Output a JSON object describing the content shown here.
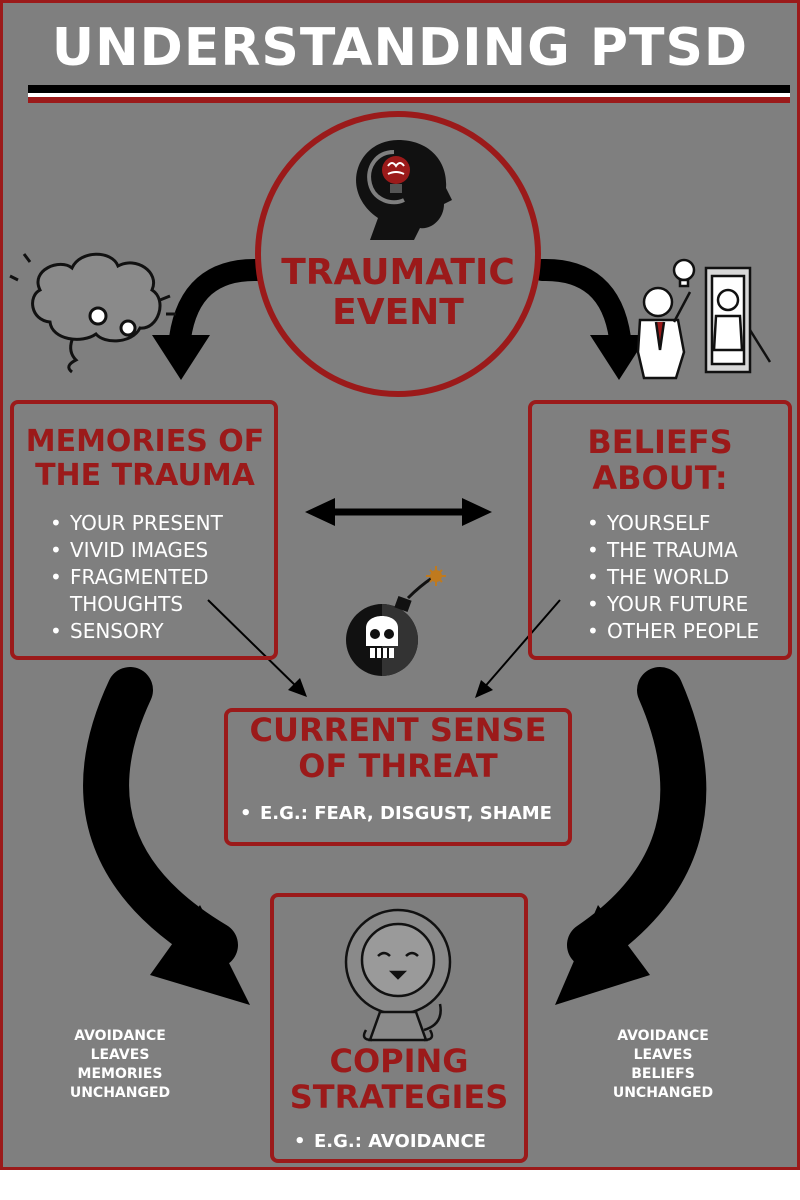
{
  "title": "UNDERSTANDING PTSD",
  "center": {
    "heading": [
      "TRAUMATIC",
      "EVENT"
    ]
  },
  "memories": {
    "heading": [
      "MEMORIES OF",
      "THE TRAUMA"
    ],
    "items": [
      "YOUR PRESENT",
      "VIVID IMAGES",
      "FRAGMENTED",
      "THOUGHTS",
      "SENSORY"
    ]
  },
  "beliefs": {
    "heading": [
      "BELIEFS",
      "ABOUT:"
    ],
    "items": [
      "YOURSELF",
      "THE TRAUMA",
      "THE WORLD",
      "YOUR FUTURE",
      "OTHER PEOPLE"
    ]
  },
  "threat": {
    "heading": [
      "CURRENT SENSE",
      "OF THREAT"
    ],
    "item": "E.G.:  FEAR, DISGUST, SHAME"
  },
  "coping": {
    "heading": [
      "COPING",
      "STRATEGIES"
    ],
    "item": "E.G.: AVOIDANCE"
  },
  "notes": {
    "left": [
      "AVOIDANCE",
      "LEAVES",
      "MEMORIES",
      "UNCHANGED"
    ],
    "right": [
      "AVOIDANCE",
      "LEAVES",
      "BELIEFS",
      "UNCHANGED"
    ]
  },
  "colors": {
    "accent": "#9b1a1a",
    "background": "#7f7f7f",
    "text": "#ffffff",
    "arrow": "#000000"
  },
  "icons": [
    "head-lightbulb-icon",
    "brain-icon",
    "man-mirror-icon",
    "bomb-skull-icon",
    "lion-icon"
  ]
}
